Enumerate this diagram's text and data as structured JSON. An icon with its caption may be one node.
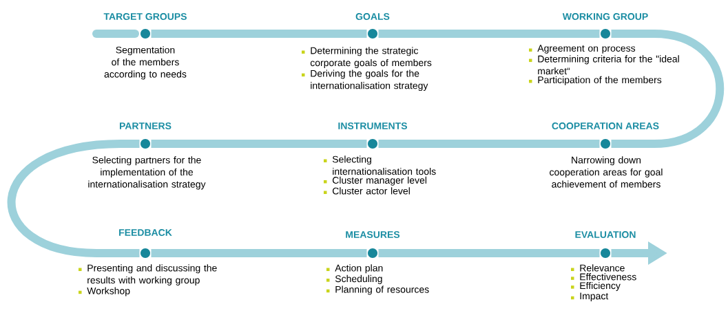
{
  "diagram": {
    "nodes": [
      {
        "text": [],
        "shape": "circle",
        "beside": [
          "TARGET GROUPS",
          "Segmentation of the members according to needs"
        ]
      },
      {
        "text": [],
        "shape": "circle",
        "beside": [
          "GOALS",
          "Determining the strategic corporate goals of members",
          "Deriving the goals for the internationalisation strategy"
        ]
      },
      {
        "text": [],
        "shape": "circle",
        "beside": [
          "WORKING GROUP",
          "Agreement on process",
          "Determining criteria for the \"ideal market“",
          "Participation of the members"
        ]
      },
      {
        "text": [],
        "shape": "circle",
        "beside": [
          "PARTNERS",
          "Selecting partners for the implementation of the internationalisation strategy"
        ]
      },
      {
        "text": [],
        "shape": "circle",
        "beside": [
          "INSTRUMENTS",
          "Selecting internationalisation tools",
          "Cluster manager level",
          "Cluster actor level"
        ]
      },
      {
        "text": [],
        "shape": "circle",
        "beside": [
          "COOPERATION AREAS",
          "Narrowing down cooperation areas for goal achievement of members"
        ]
      },
      {
        "text": [],
        "shape": "circle",
        "beside": [
          "FEEDBACK",
          "Presenting and discussing the results with working group",
          "Workshop"
        ]
      },
      {
        "text": [],
        "shape": "circle",
        "beside": [
          "MEASURES",
          "Action plan",
          "Scheduling",
          "Planning of resources"
        ]
      },
      {
        "text": [],
        "shape": "circle",
        "beside": [
          "EVALUATION",
          "Relevance",
          "Effectiveness",
          "Efficiency",
          "Impact"
        ]
      }
    ],
    "edges": [
      {
        "from": 0,
        "to": 1,
        "arrow": "none"
      },
      {
        "from": 1,
        "to": 2,
        "arrow": "none"
      },
      {
        "from": 2,
        "to": 5,
        "arrow": "none"
      },
      {
        "from": 5,
        "to": 4,
        "arrow": "none"
      },
      {
        "from": 4,
        "to": 3,
        "arrow": "none"
      },
      {
        "from": 3,
        "to": 6,
        "arrow": "none"
      },
      {
        "from": 6,
        "to": 7,
        "arrow": "none"
      },
      {
        "from": 7,
        "to": 8,
        "arrow": "none"
      },
      {
        "from": 8,
        "to": null,
        "arrow": "to"
      }
    ]
  }
}
